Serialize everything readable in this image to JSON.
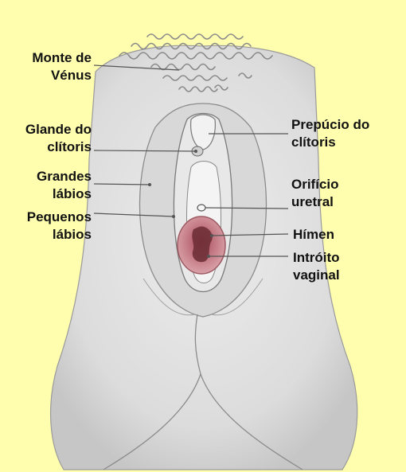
{
  "labels": {
    "monte_venus": [
      "Monte de",
      "Vénus"
    ],
    "glande_clitoris": [
      "Glande do",
      "clítoris"
    ],
    "grandes_labios": [
      "Grandes",
      "lábios"
    ],
    "pequenos_labios": [
      "Pequenos",
      "lábios"
    ],
    "prepucio_clitoris": [
      "Prepúcio do",
      "clítoris"
    ],
    "orificio_uretral": [
      "Orifício",
      "uretral"
    ],
    "himen": [
      "Hímen"
    ],
    "introito_vaginal": [
      "Intróito",
      "vaginal"
    ]
  },
  "colors": {
    "background": "#fffeaf",
    "skin": "#e2e2e2",
    "skin_shadow": "#bdbdbd",
    "line": "#6f6f6f",
    "hymen": "#c97f88",
    "hymen_dark": "#6a2b33"
  }
}
